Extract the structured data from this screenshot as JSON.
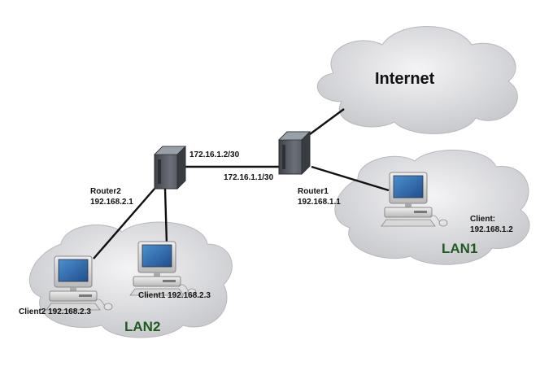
{
  "internet": {
    "label": "Internet"
  },
  "link": {
    "router2_ip": "172.16.1.2/30",
    "router1_ip": "172.16.1.1/30"
  },
  "router1": {
    "name": "Router1",
    "ip": "192.168.1.1"
  },
  "router2": {
    "name": "Router2",
    "ip": "192.168.2.1"
  },
  "lan1": {
    "label": "LAN1",
    "client_name": "Client:",
    "client_ip": "192.168.1.2"
  },
  "lan2": {
    "label": "LAN2",
    "client1": "Client1 192.168.2.3",
    "client2": "Client2 192.168.2.3"
  },
  "colors": {
    "cloud": "#dcdde0",
    "lan_label": "#1f5a1f",
    "router": "#5b5f66",
    "screen": "#2f6fb0"
  }
}
